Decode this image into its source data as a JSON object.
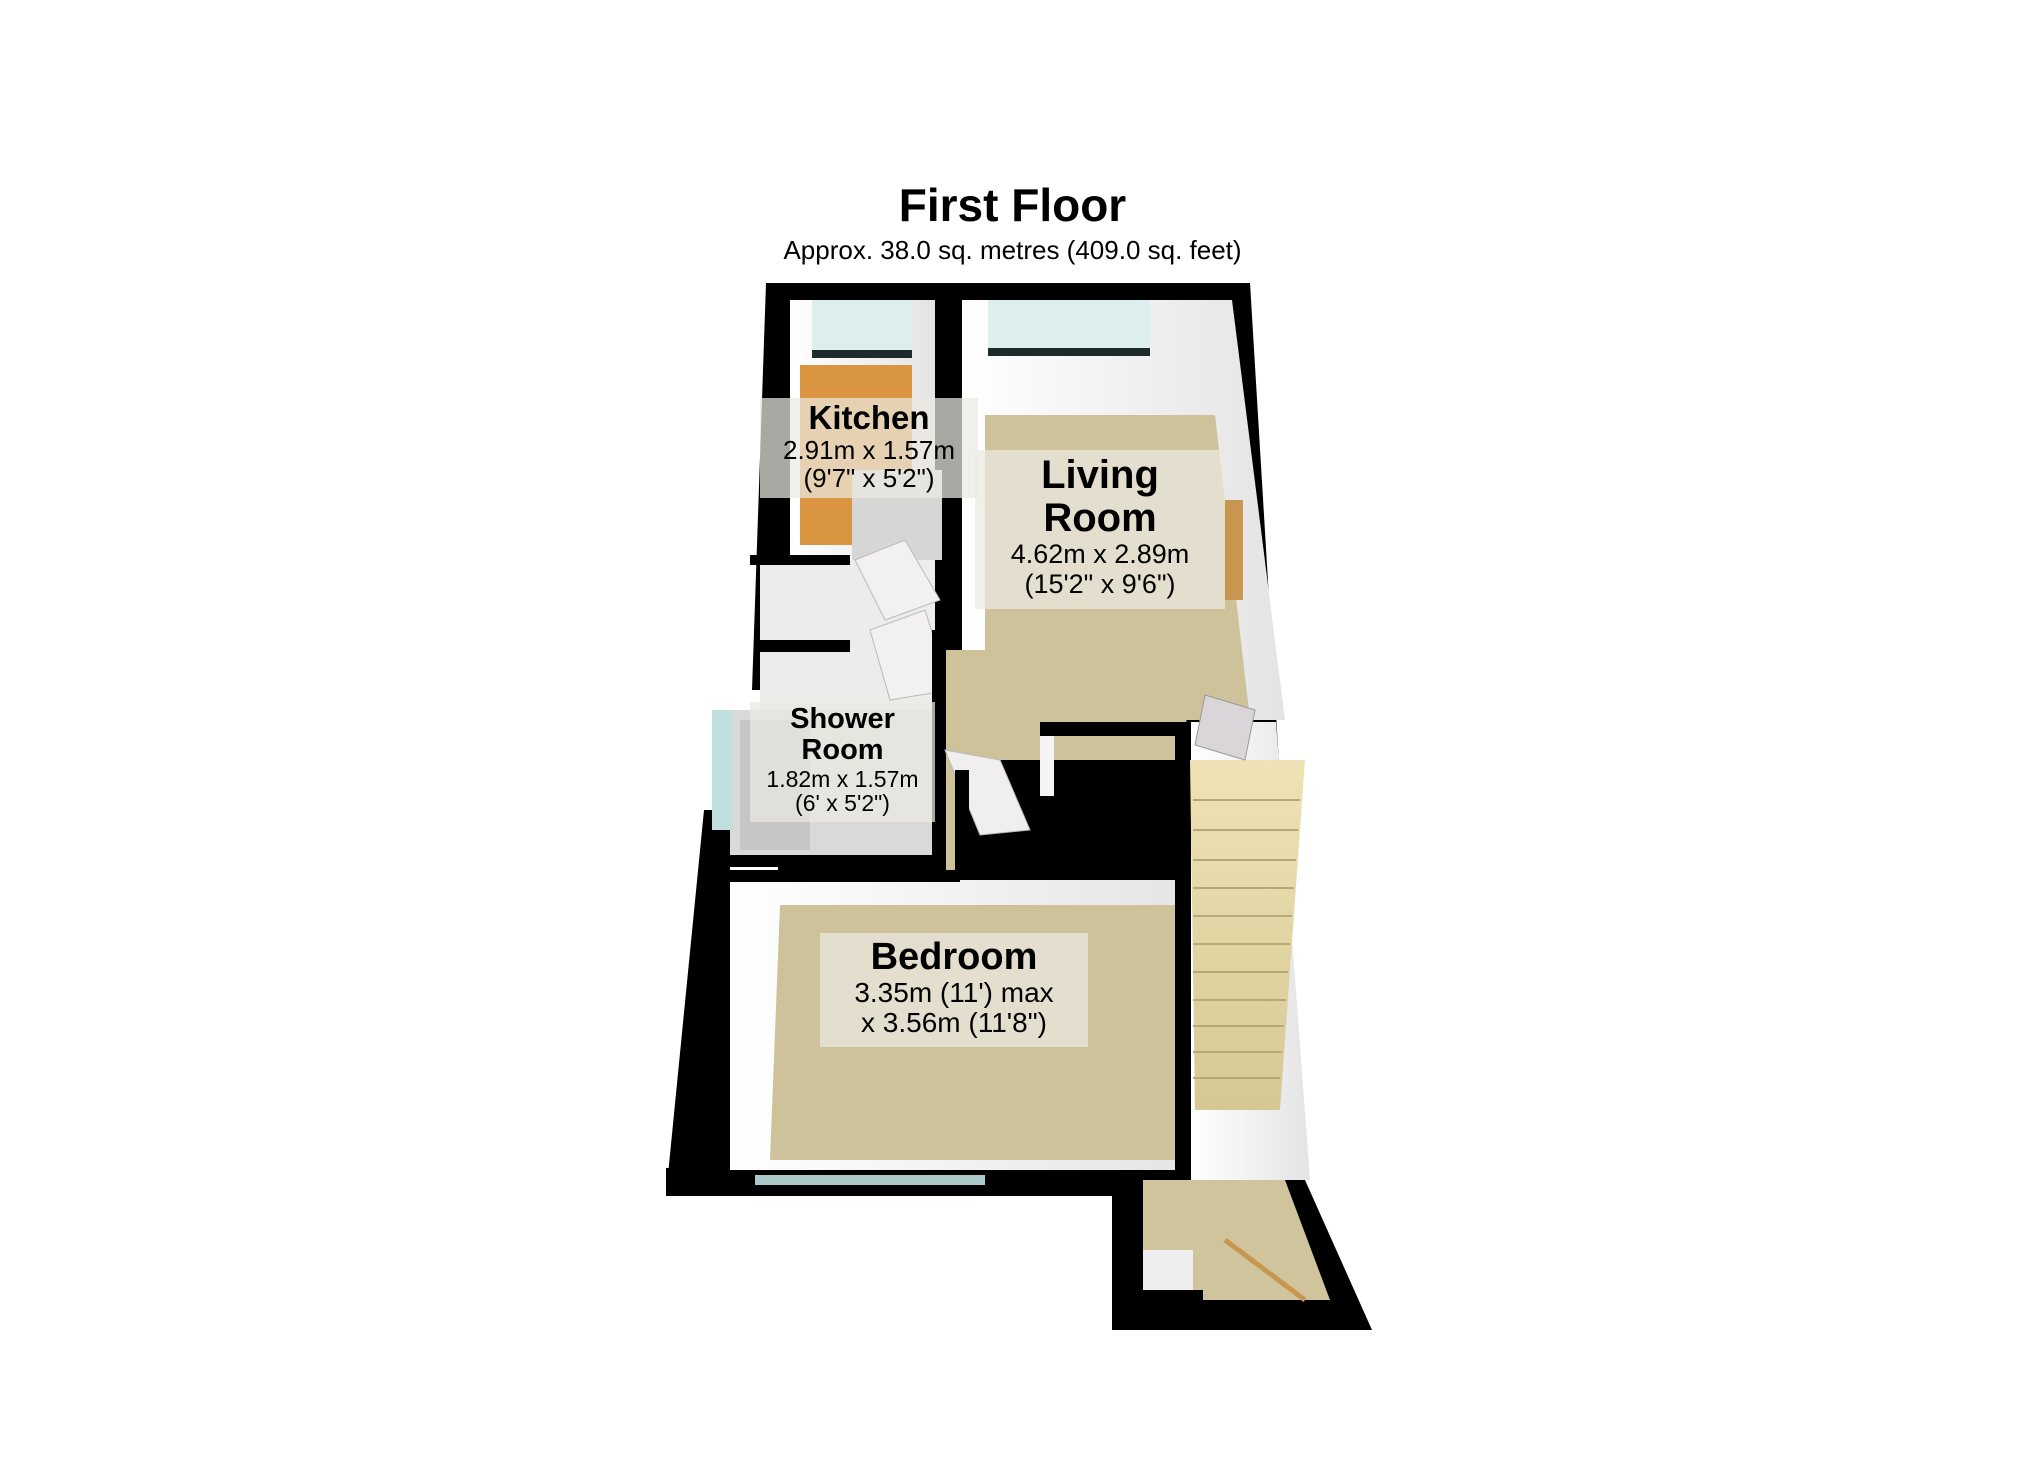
{
  "header": {
    "title": "First Floor",
    "subtitle": "Approx. 38.0 sq. metres (409.0 sq. feet)"
  },
  "rooms": [
    {
      "name": "Kitchen",
      "dim1": "2.91m x 1.57m",
      "dim2": "(9'7\" x 5'2\")"
    },
    {
      "name_line1": "Living",
      "name_line2": "Room",
      "dim1": "4.62m x 2.89m",
      "dim2": "(15'2\" x 9'6\")"
    },
    {
      "name_line1": "Shower",
      "name_line2": "Room",
      "dim1": "1.82m x 1.57m",
      "dim2": "(6' x 5'2\")"
    },
    {
      "name": "Bedroom",
      "dim1": "3.35m (11') max",
      "dim2": "x 3.56m (11'8\")"
    }
  ],
  "colors": {
    "wall": "#000000",
    "carpet": "#cdc29a",
    "kitchen_floor": "#d9953f",
    "window": "#dcefee",
    "inner_wall": "#f2f2f2",
    "stairs": "#e3d6a8"
  }
}
